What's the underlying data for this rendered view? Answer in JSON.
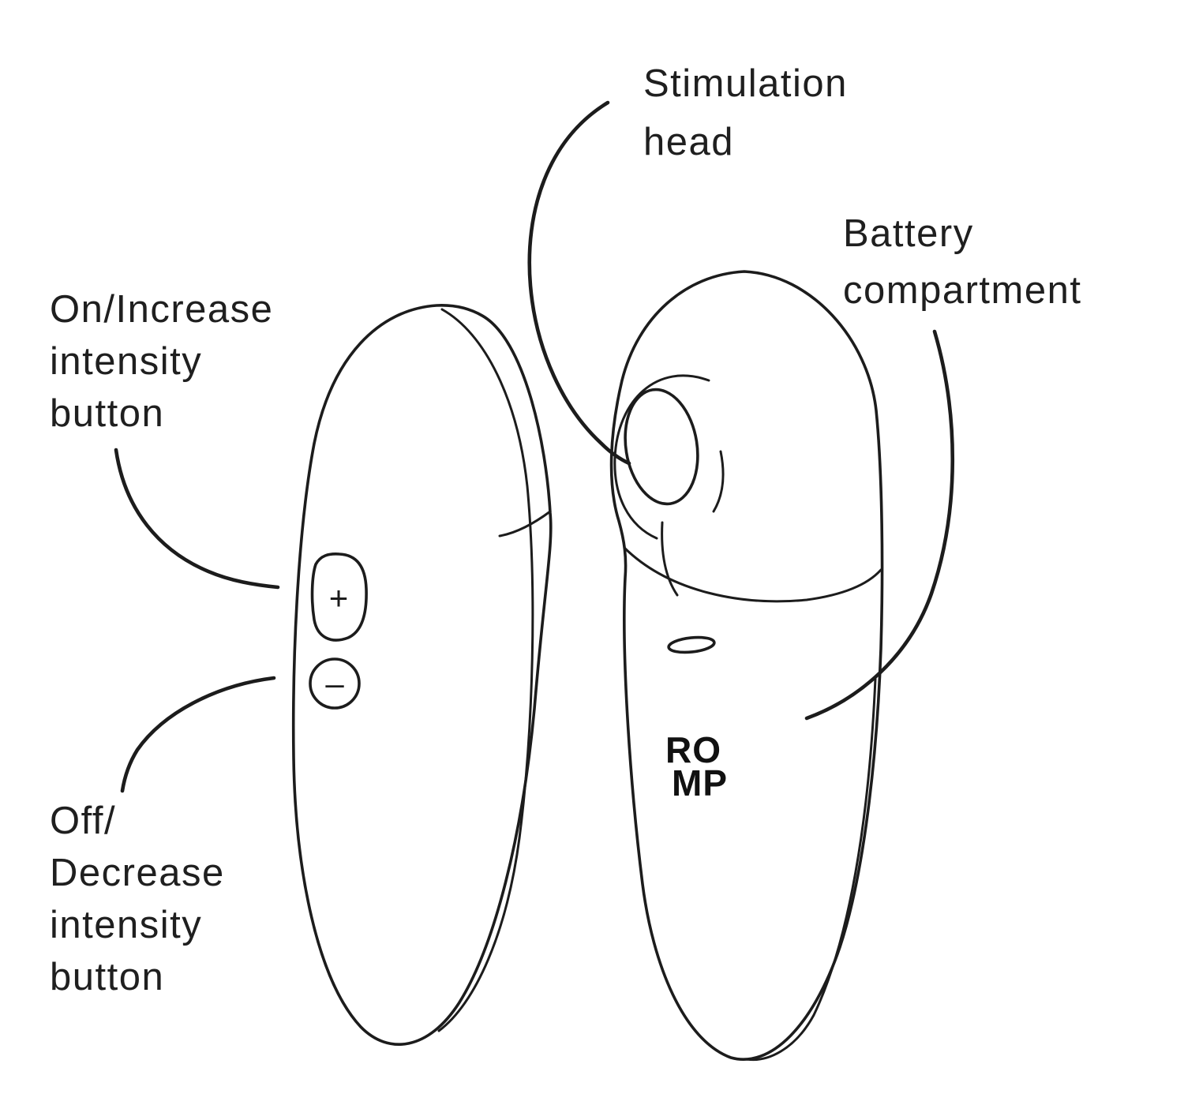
{
  "diagram": {
    "labels": {
      "stimulation_head": {
        "lines": [
          "Stimulation",
          "head"
        ]
      },
      "battery_compartment": {
        "lines": [
          "Battery",
          "compartment"
        ]
      },
      "on_increase": {
        "lines": [
          "On/Increase",
          "intensity",
          "button"
        ]
      },
      "off_decrease": {
        "lines": [
          "Off/",
          "Decrease",
          "intensity",
          "button"
        ]
      }
    },
    "device": {
      "brand_lines": [
        "RO",
        "MP"
      ],
      "increase_glyph": "+",
      "decrease_glyph": "–"
    },
    "colors": {
      "line": "#1c1c1c",
      "background": "#ffffff"
    }
  }
}
